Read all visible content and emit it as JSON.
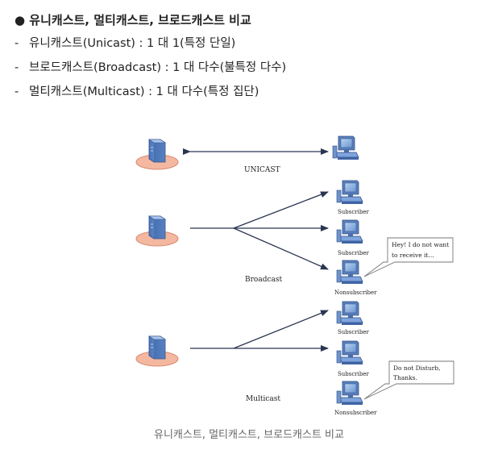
{
  "heading": "● 유니캐스트, 멀티캐스트, 브로드캐스트 비교",
  "items": [
    {
      "dash": "-",
      "text": "유니캐스트(Unicast) : 1 대 1(특정 단일)"
    },
    {
      "dash": "-",
      "text": "브로드캐스트(Broadcast) : 1 대 다수(불특정 다수)"
    },
    {
      "dash": "-",
      "text": "멀티캐스트(Multicast) : 1 대 다수(특정 집단)"
    }
  ],
  "diagram": {
    "unicast_label": "UNICAST",
    "broadcast_label": "Broadcast",
    "multicast_label": "Multicast",
    "subscriber": "Subscriber",
    "nonsubscriber": "Nonsubscriber",
    "bubble1": {
      "line1": "Hey! I do not want",
      "line2": "to receive it..."
    },
    "bubble2": {
      "line1": "Do not  Disturb,",
      "line2": "Thanks."
    }
  },
  "caption": "유니캐스트, 멀티캐스트, 브로드캐스트 비교"
}
